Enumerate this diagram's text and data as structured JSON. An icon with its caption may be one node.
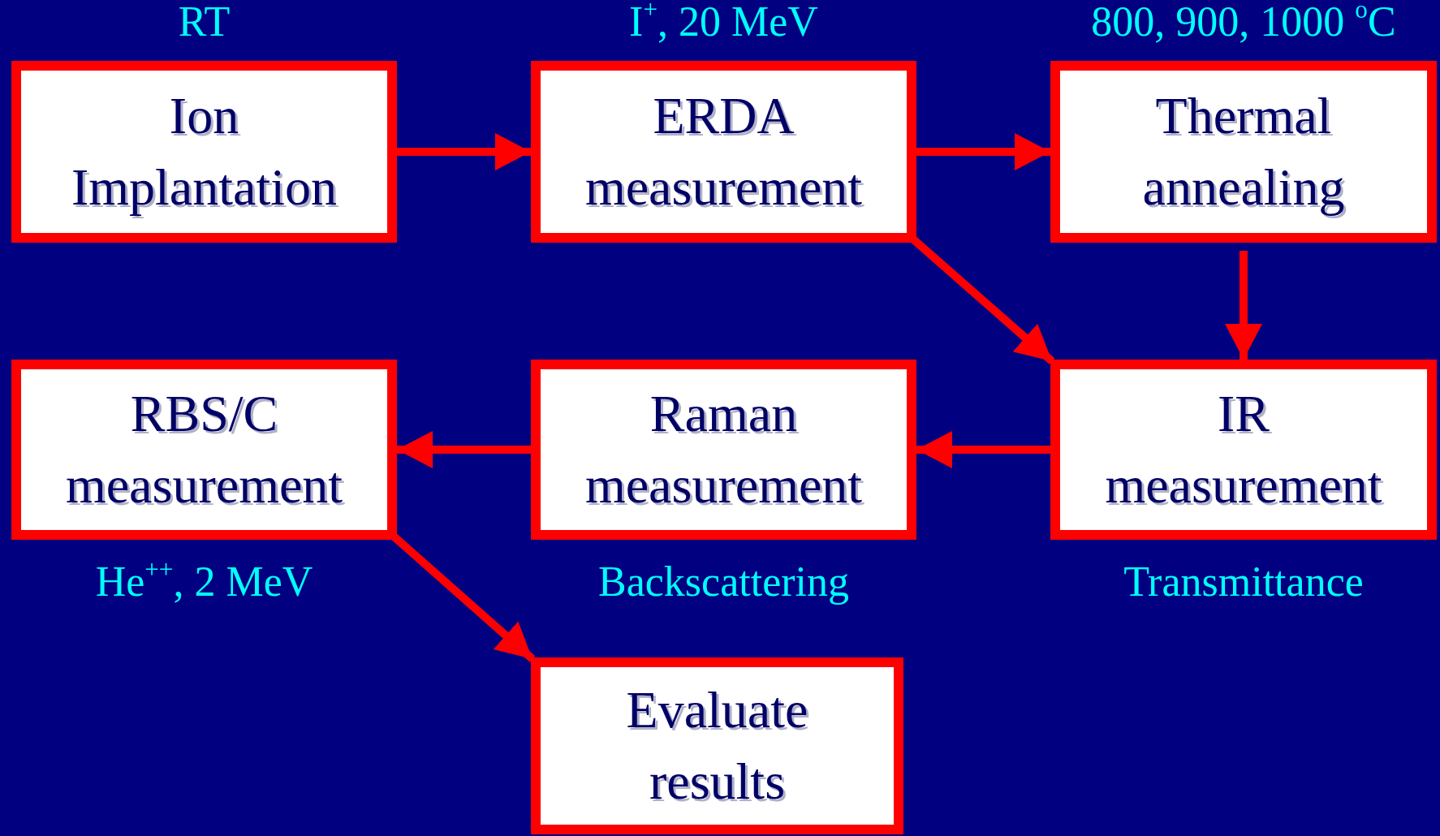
{
  "diagram": {
    "nodes": [
      {
        "text": [
          "Ion Implantation"
        ],
        "beside": [
          "RT"
        ]
      },
      {
        "text": [
          "ERDA measurement"
        ],
        "beside": [
          "I$^{+}$, 20 MeV"
        ]
      },
      {
        "text": [
          "Thermal annealing"
        ],
        "beside": [
          "800, 900, 1000 $^{o}$C"
        ]
      },
      {
        "text": [
          "RBS/C measurement"
        ],
        "beside": [
          "He$^{++}$, 2 MeV"
        ]
      },
      {
        "text": [
          "Raman measurement"
        ],
        "beside": [
          "Backscattering"
        ]
      },
      {
        "text": [
          "IR measurement"
        ],
        "beside": [
          "Transmittance"
        ]
      },
      {
        "text": [
          "Evaluate results"
        ]
      }
    ],
    "edges": [
      {
        "from": 0,
        "to": 1,
        "arrow": "to"
      },
      {
        "from": 1,
        "to": 2,
        "arrow": "to"
      },
      {
        "from": 2,
        "to": 5,
        "arrow": "to"
      },
      {
        "from": 1,
        "to": 5,
        "arrow": "to"
      },
      {
        "from": 5,
        "to": 4,
        "arrow": "to"
      },
      {
        "from": 4,
        "to": 3,
        "arrow": "to"
      },
      {
        "from": 3,
        "to": 6,
        "arrow": "to"
      }
    ]
  }
}
